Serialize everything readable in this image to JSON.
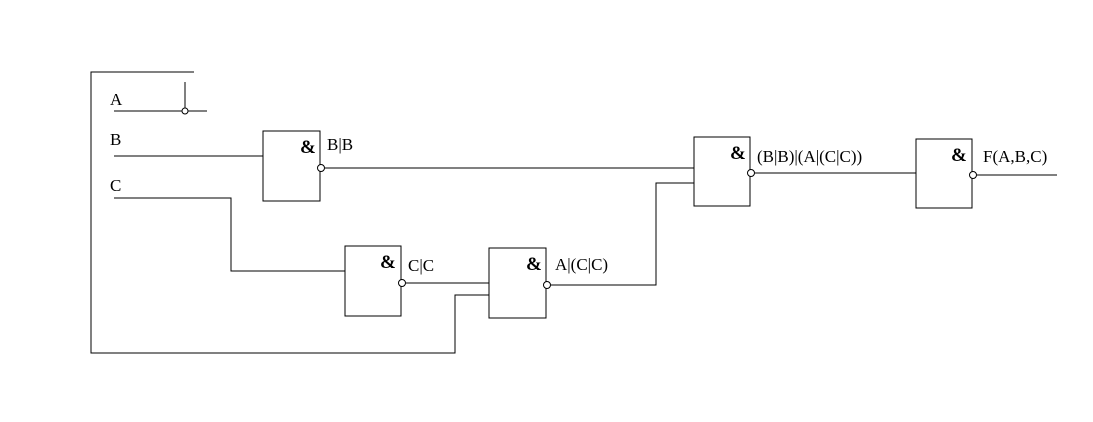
{
  "inputs": {
    "a": "A",
    "b": "B",
    "c": "C"
  },
  "gates": {
    "g1": {
      "symbol": "&",
      "output_label": "B|B"
    },
    "g2": {
      "symbol": "&",
      "output_label": "C|C"
    },
    "g3": {
      "symbol": "&",
      "output_label": "A|(C|C)"
    },
    "g4": {
      "symbol": "&",
      "output_label": "(B|B)|(A|(C|C))"
    },
    "g5": {
      "symbol": "&",
      "output_label": "F(A,B,C)"
    }
  },
  "colors": {
    "line": "#000000",
    "background": "#ffffff"
  }
}
